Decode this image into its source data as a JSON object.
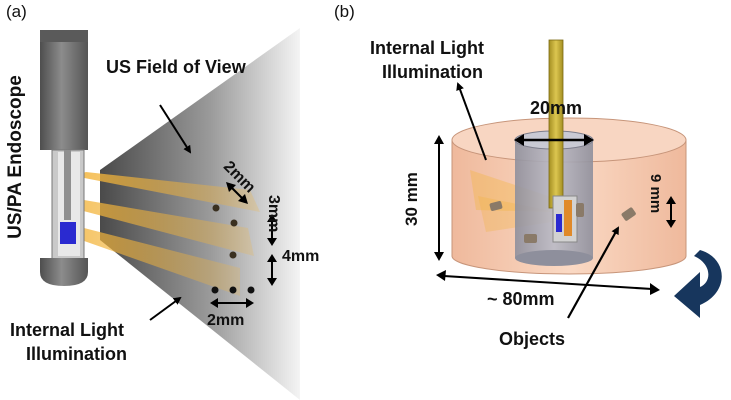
{
  "panel_a": {
    "letter": "(a)",
    "device_label": "US/PA Endoscope",
    "fov_label": "US Field of View",
    "light_label_line1": "Internal Light",
    "light_label_line2": "Illumination",
    "spacing_diag": "2mm",
    "spacing_v1": "3mm",
    "spacing_v2": "4mm",
    "spacing_h": "2mm"
  },
  "panel_b": {
    "letter": "(b)",
    "light_label_line1": "Internal Light",
    "light_label_line2": "Illumination",
    "inner_diameter": "20mm",
    "height": "30 mm",
    "object_spacing": "9 mm",
    "outer_diameter": "~ 80mm",
    "objects_label": "Objects"
  },
  "colors": {
    "endoscope_gray": "#6e6e6e",
    "transducer_blue": "#2a2ad0",
    "light_yellow": "#f3b43a",
    "phantom_pink": "#f7cbb0",
    "fiber_yellow": "#c9b23a",
    "arrow_blue": "#17365d"
  }
}
